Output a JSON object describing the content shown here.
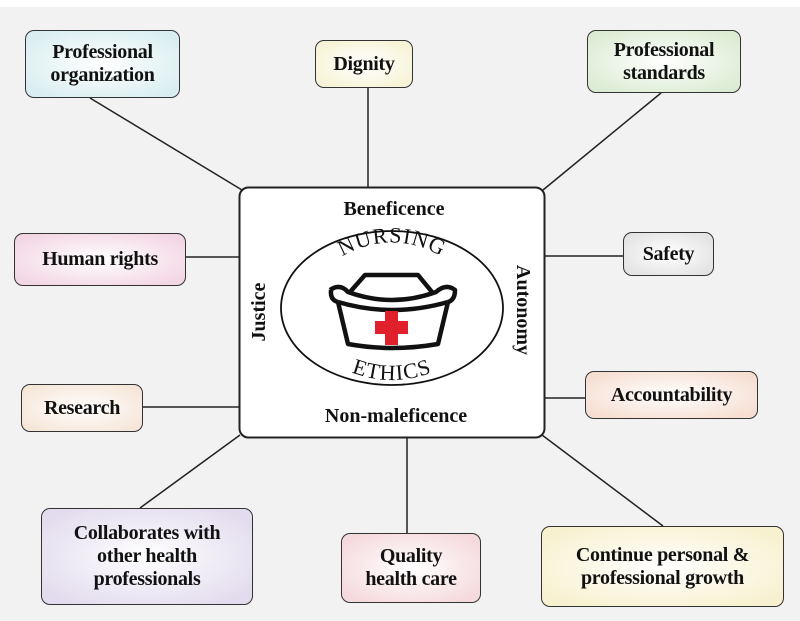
{
  "center": {
    "top": "Beneficence",
    "bottom": "Non-maleficence",
    "left": "Justice",
    "right": "Autonomy",
    "emblem_top": "NURSING",
    "emblem_bottom": "ETHICS",
    "cross_color": "#e0202a"
  },
  "nodes": [
    {
      "id": "professional-organization",
      "text": "Professional organization",
      "color": "#d9eef0"
    },
    {
      "id": "dignity",
      "text": "Dignity",
      "color": "#f7f3d6"
    },
    {
      "id": "professional-standards",
      "text": "Professional standards",
      "color": "#dcecd3"
    },
    {
      "id": "human-rights",
      "text": "Human rights",
      "color": "#f3d6e4"
    },
    {
      "id": "safety",
      "text": "Safety",
      "color": "#e3e3e3"
    },
    {
      "id": "research",
      "text": "Research",
      "color": "#f6e6d8"
    },
    {
      "id": "accountability",
      "text": "Accountability",
      "color": "#f6dfd2"
    },
    {
      "id": "collaborates",
      "text": "Collaborates with other health professionals",
      "color": "#e3dcee"
    },
    {
      "id": "quality-health-care",
      "text": "Quality health care",
      "color": "#f5dadd"
    },
    {
      "id": "continue-growth",
      "text": "Continue personal & professional growth",
      "color": "#f8f1d0"
    }
  ]
}
